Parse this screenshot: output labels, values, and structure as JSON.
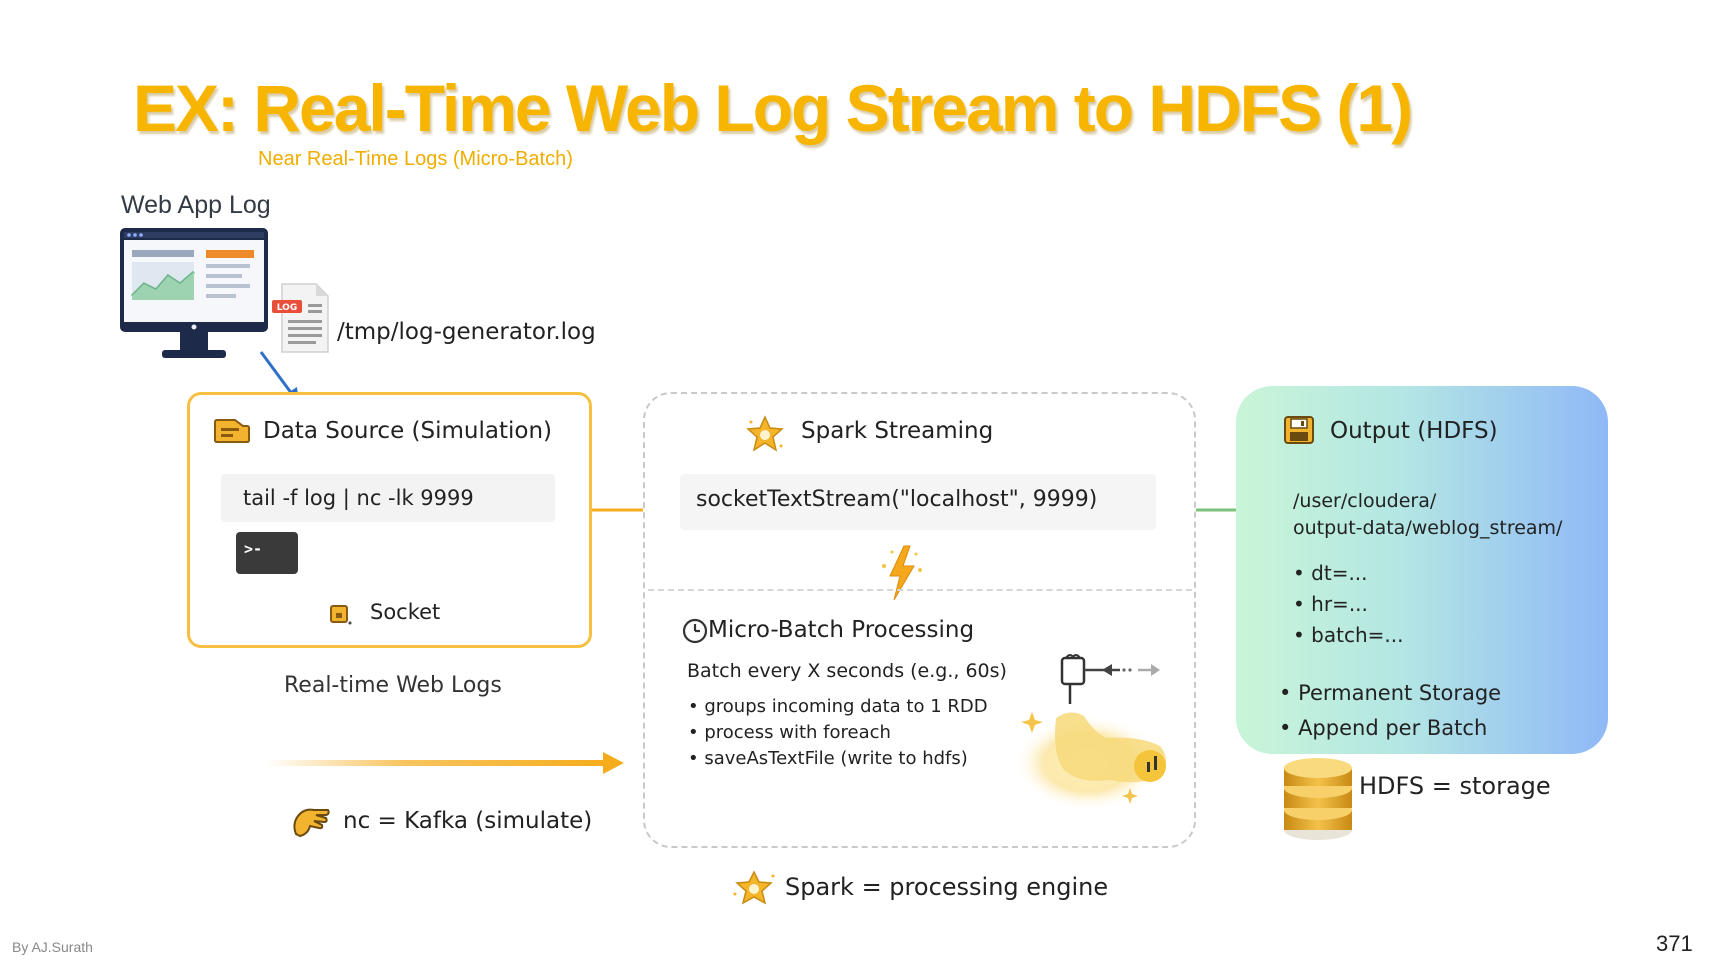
{
  "title": "EX: Real-Time Web Log Stream to HDFS (1)",
  "subtitle": "Near Real-Time Logs (Micro-Batch)",
  "web_app": {
    "heading": "Web App Log",
    "log_badge": "LOG",
    "log_path": "/tmp/log-generator.log"
  },
  "source": {
    "title": "Data Source (Simulation)",
    "command": "tail -f log | nc -lk 9999",
    "terminal_prompt": ">-",
    "socket_label": "Socket",
    "caption": "Real-time Web Logs"
  },
  "spark": {
    "title": "Spark Streaming",
    "code": "socketTextStream(\"localhost\", 9999)",
    "micro_batch_title": "Micro-Batch Processing",
    "batch_desc": "Batch every X seconds (e.g., 60s)",
    "steps": [
      "groups incoming data to 1 RDD",
      "process with foreach",
      "saveAsTextFile (write to hdfs)"
    ],
    "engine_label": "Spark = processing engine"
  },
  "output": {
    "title": "Output (HDFS)",
    "path_line1": "/user/cloudera/",
    "path_line2": "output-data/weblog_stream/",
    "partitions": [
      "dt=...",
      "hr=...",
      "batch=..."
    ],
    "notes": [
      "Permanent Storage",
      "Append per Batch"
    ],
    "hdfs_label": "HDFS = storage"
  },
  "kafka_label": "nc = Kafka (simulate)",
  "footer": {
    "author": "By AJ.Surath",
    "page_number": "371"
  },
  "colors": {
    "accent_yellow": "#f7b500",
    "arrow_orange": "#f5ac1c",
    "arrow_blue": "#2f6fc9",
    "arrow_green": "#7cc27a"
  }
}
